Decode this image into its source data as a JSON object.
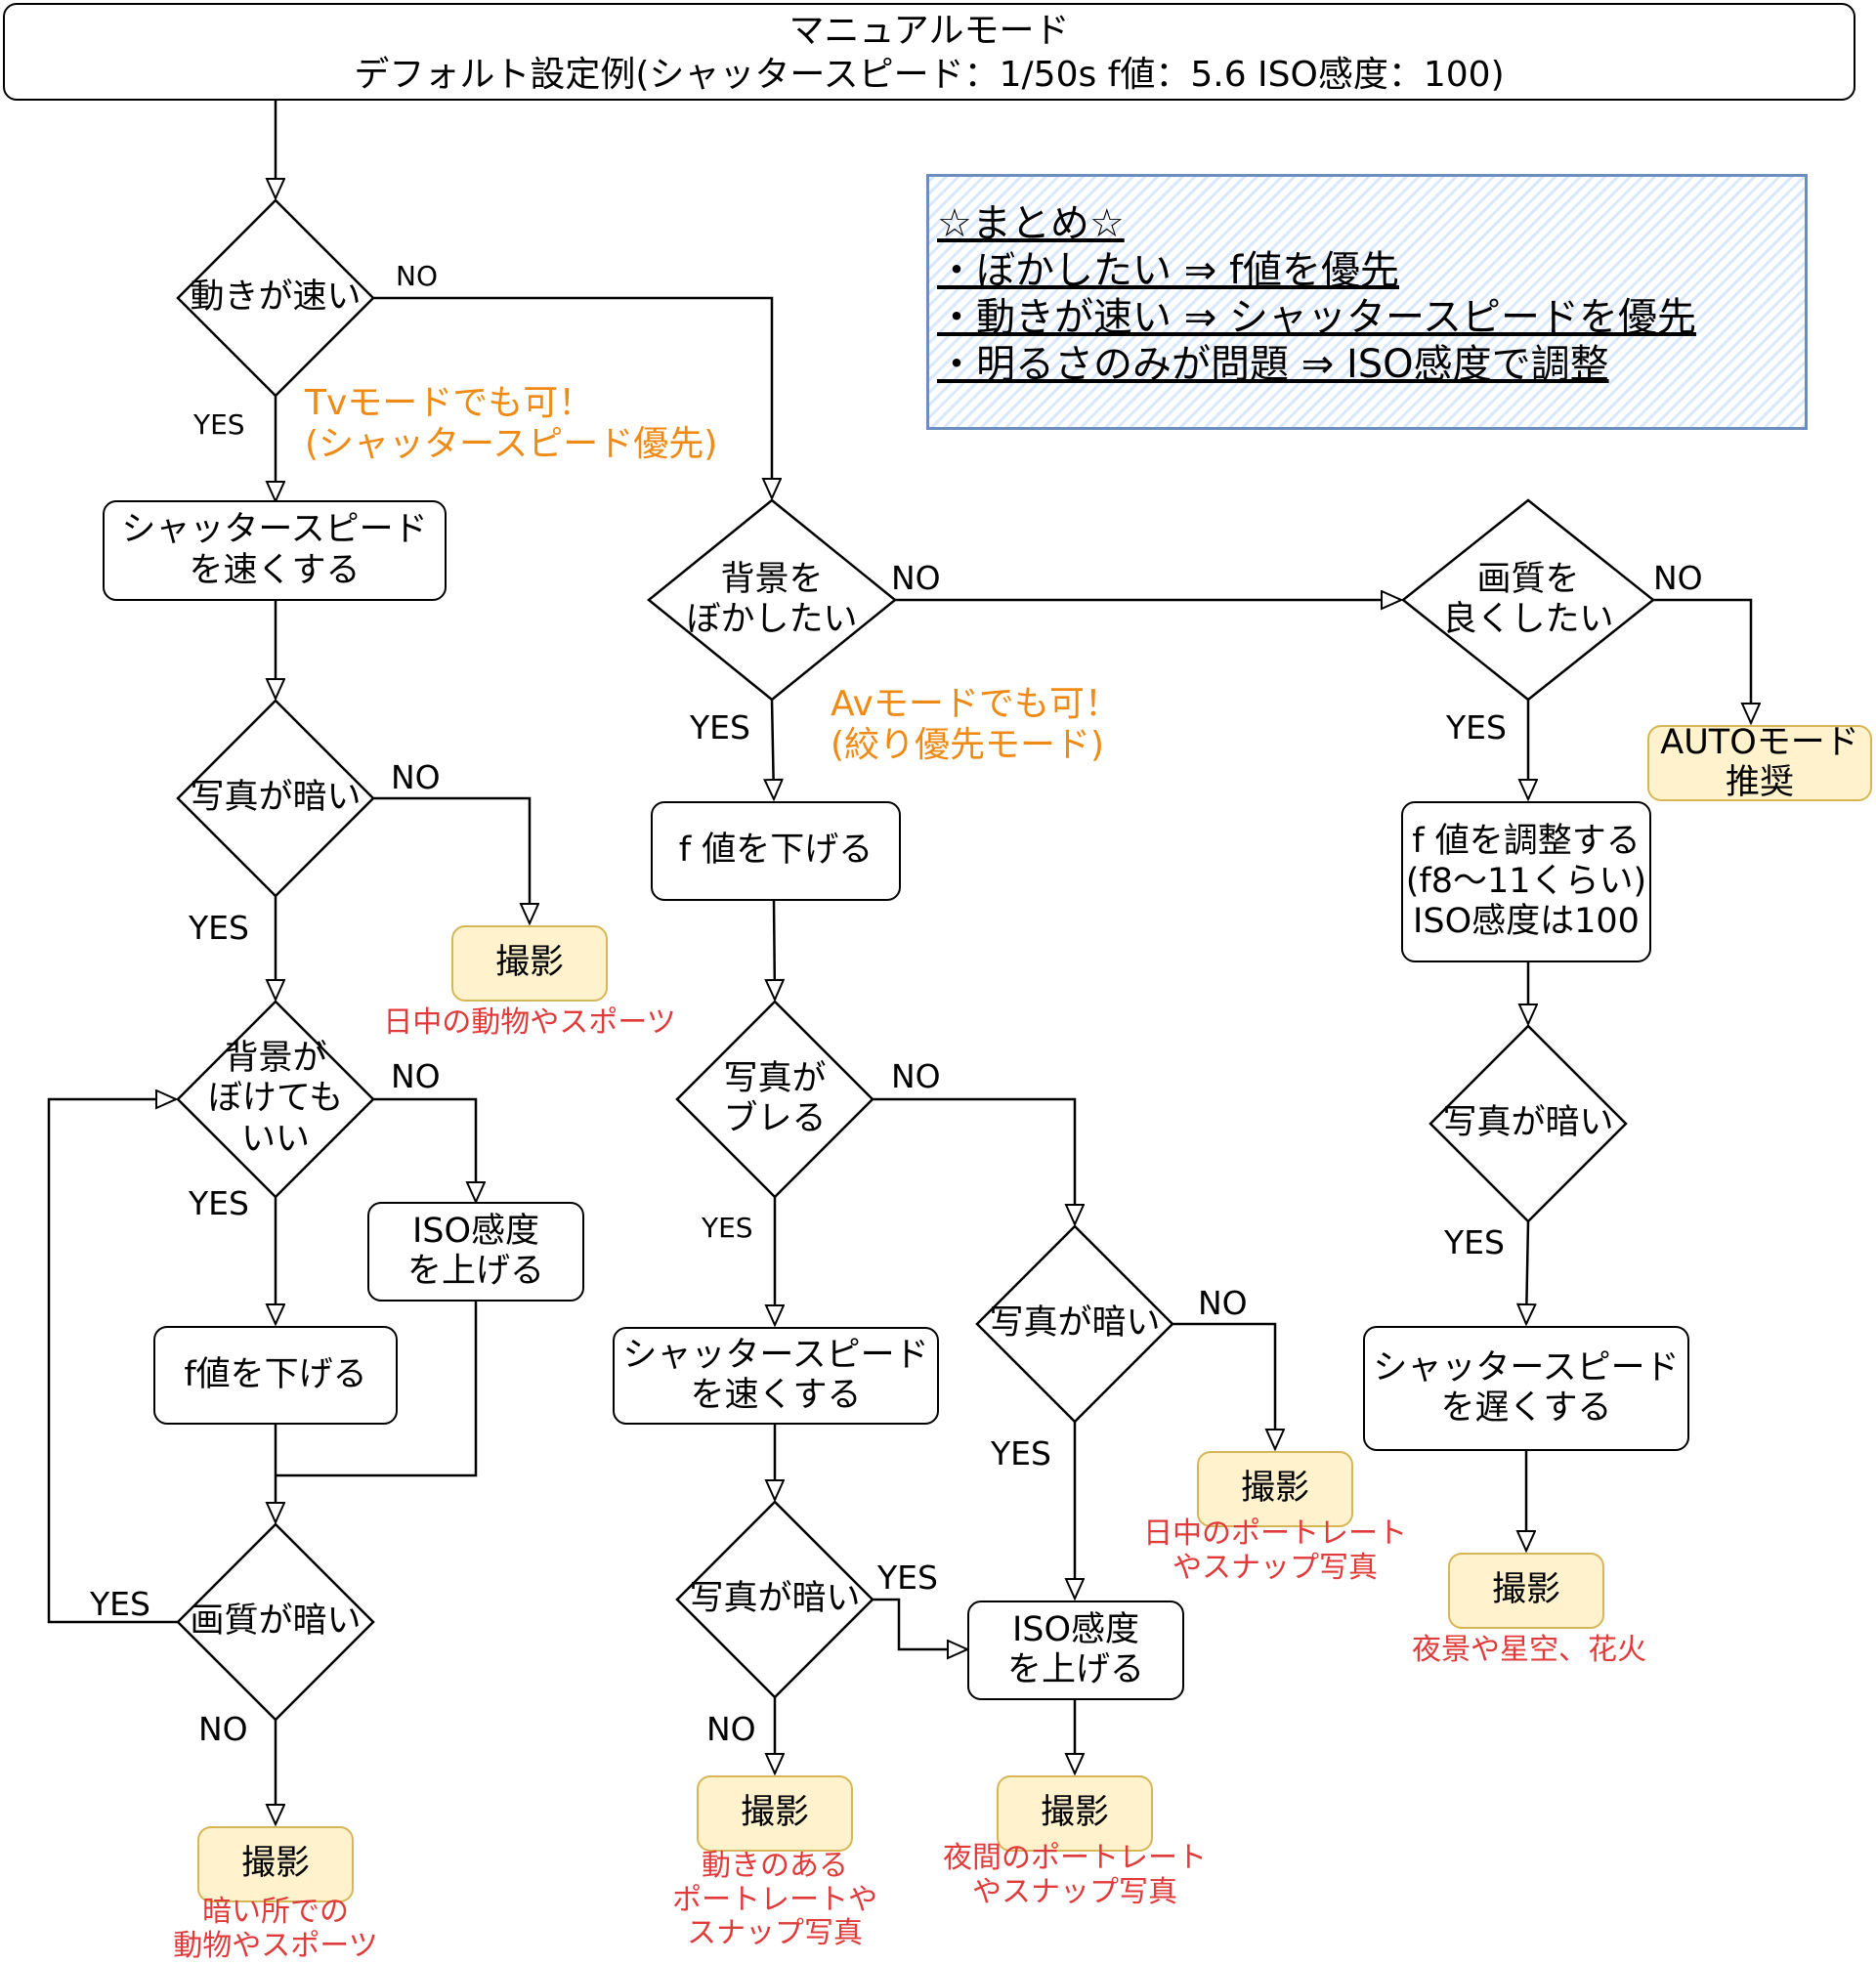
{
  "title": {
    "line1": "マニュアルモード",
    "line2": "デフォルト設定例(シャッタースピード：1/50s  f値：5.6  ISO感度：100)"
  },
  "summary": {
    "heading": "☆まとめ☆",
    "items": [
      "・ぼかしたい ⇒ f値を優先",
      "・動きが速い ⇒ シャッタースピードを優先",
      "・明るさのみが問題 ⇒ ISO感度で調整"
    ]
  },
  "notes": {
    "tv": "Tvモードでも可！\n(シャッタースピード優先)",
    "av": "Avモードでも可！\n(絞り優先モード)"
  },
  "decisions": {
    "fast_motion": "動きが速い",
    "dark_1": "写真が暗い",
    "bokeh_ok": "背景が\nぼけても\nいい",
    "quality_dark": "画質が暗い",
    "blur_bg": "背景を\nぼかしたい",
    "shaky": "写真が\nブレる",
    "dark_2": "写真が暗い",
    "dark_3": "写真が暗い",
    "improve_quality": "画質を\n良くしたい",
    "dark_4": "写真が暗い"
  },
  "actions": {
    "speed_up_1": "シャッタースピード\nを速くする",
    "iso_up_1": "ISO感度\nを上げる",
    "f_down_1": "f値を下げる",
    "f_down_2": "f 値を下げる",
    "speed_up_2": "シャッタースピード\nを速くする",
    "iso_up_2": "ISO感度\nを上げる",
    "f_adjust": "f 値を調整する\n(f8～11くらい)\nISO感度は100",
    "speed_down": "シャッタースピード\nを遅くする",
    "auto_mode": "AUTOモード\n推奨"
  },
  "shoot_label": "撮影",
  "captions": {
    "c1": "日中の動物やスポーツ",
    "c2": "暗い所での\n動物やスポーツ",
    "c3": "動きのある\nポートレートや\nスナップ写真",
    "c4": "夜間のポートレート\nやスナップ写真",
    "c5": "日中のポートレート\nやスナップ写真",
    "c6": "夜景や星空、花火"
  },
  "branch_labels": {
    "yes": "YES",
    "no": "NO"
  },
  "colors": {
    "note_orange": "#ef8a15",
    "caption_red": "#e03a3a",
    "shoot_fill": "#fff2cc",
    "shoot_border": "#d6b656",
    "summary_border": "#6c8ebf",
    "summary_hatch": "#dae8fc"
  }
}
